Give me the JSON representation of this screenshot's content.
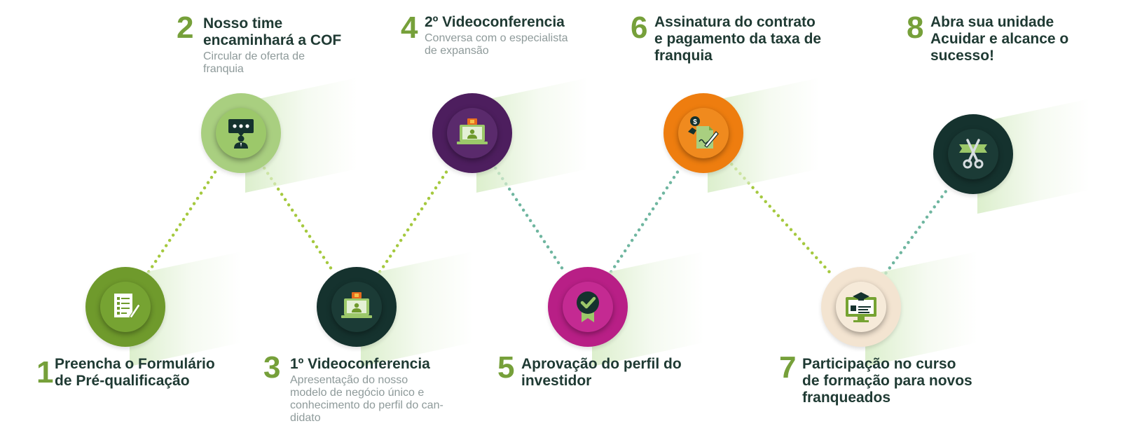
{
  "colors": {
    "number": "#76a03a",
    "title": "#1f3a33",
    "subtitle": "#8e9a9a",
    "dots_green": "#a5c93f",
    "dots_teal": "#6fb6a0"
  },
  "steps": [
    {
      "number": "1",
      "title_lines": [
        "Preencha o Formulário",
        "de Pré-qualificação"
      ],
      "subtitle_lines": [],
      "icon": "form-document-icon",
      "circle_color": "#6f9a2c",
      "inner_color": "#76a332"
    },
    {
      "number": "2",
      "title_lines": [
        "Nosso time",
        "encaminhará a COF"
      ],
      "subtitle_lines": [
        "Circular de oferta de",
        "franquia"
      ],
      "icon": "presenter-chat-icon",
      "circle_color": "#a9cf80",
      "inner_color": "#9cc86a"
    },
    {
      "number": "3",
      "title_lines": [
        "1º Videoconferencia"
      ],
      "subtitle_lines": [
        "Apresentação do nosso",
        "modelo de negócio único e",
        "conhecimento do perfil do can-",
        "didato"
      ],
      "icon": "video-call-laptop-icon",
      "circle_color": "#15322e",
      "inner_color": "#1b3b36"
    },
    {
      "number": "4",
      "title_lines": [
        "2º Videoconferencia"
      ],
      "subtitle_lines": [
        "Conversa com o especialista",
        "de expansão"
      ],
      "icon": "video-call-laptop-icon",
      "circle_color": "#4d1e5e",
      "inner_color": "#5a2a6c"
    },
    {
      "number": "5",
      "title_lines": [
        "Aprovação do perfil do",
        "investidor"
      ],
      "subtitle_lines": [],
      "icon": "approval-badge-icon",
      "circle_color": "#b81f86",
      "inner_color": "#c42a92"
    },
    {
      "number": "6",
      "title_lines": [
        "Assinatura do contrato",
        "e pagamento da taxa de",
        "franquia"
      ],
      "subtitle_lines": [],
      "icon": "contract-payment-icon",
      "circle_color": "#ee7d0f",
      "inner_color": "#f08a1e"
    },
    {
      "number": "7",
      "title_lines": [
        "Participação no curso",
        "de formação para novos",
        "franqueados"
      ],
      "subtitle_lines": [],
      "icon": "online-course-icon",
      "circle_color": "#f3e4d1",
      "inner_color": "#f6ead9"
    },
    {
      "number": "8",
      "title_lines": [
        "Abra sua unidade",
        "Acuidar e alcance o",
        "sucesso!"
      ],
      "subtitle_lines": [],
      "icon": "ribbon-scissors-icon",
      "circle_color": "#15322e",
      "inner_color": "#1b3b36"
    }
  ],
  "links": [
    {
      "from": "1",
      "to": "2",
      "style": "green"
    },
    {
      "from": "2",
      "to": "3",
      "style": "green"
    },
    {
      "from": "3",
      "to": "4",
      "style": "green"
    },
    {
      "from": "4",
      "to": "5",
      "style": "teal"
    },
    {
      "from": "5",
      "to": "6",
      "style": "teal"
    },
    {
      "from": "6",
      "to": "7",
      "style": "green"
    },
    {
      "from": "7",
      "to": "8",
      "style": "teal"
    }
  ]
}
